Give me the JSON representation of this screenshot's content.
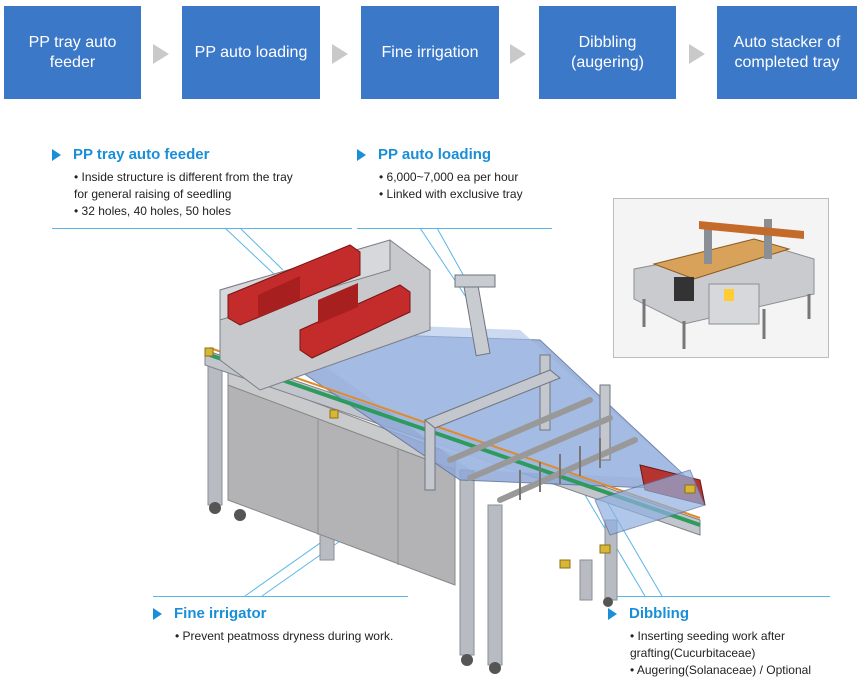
{
  "process_steps": [
    {
      "label": "PP tray auto\nfeeder"
    },
    {
      "label": "PP auto loading"
    },
    {
      "label": "Fine irrigation"
    },
    {
      "label": "Dibbling\n(augering)"
    },
    {
      "label": "Auto stacker of\ncompleted tray"
    }
  ],
  "callouts": {
    "feeder": {
      "title": "PP tray auto feeder",
      "items": [
        "• Inside structure is different from the tray\n  for general raising of seedling",
        "• 32 holes, 40 holes, 50 holes"
      ]
    },
    "loading": {
      "title": "PP auto loading",
      "items": [
        "• 6,000~7,000 ea per hour",
        "• Linked with exclusive tray"
      ]
    },
    "irrigator": {
      "title": "Fine irrigator",
      "items": [
        "• Prevent peatmoss dryness during work."
      ]
    },
    "dibbling": {
      "title": "Dibbling",
      "items": [
        "• Inserting seeding work after\n  grafting(Cucurbitaceae)",
        "• Augering(Solanaceae) / Optional"
      ]
    }
  },
  "colors": {
    "step_blue": "#3b78c8",
    "accent": "#1a8fd8",
    "arrow": "#c9c9c9"
  }
}
